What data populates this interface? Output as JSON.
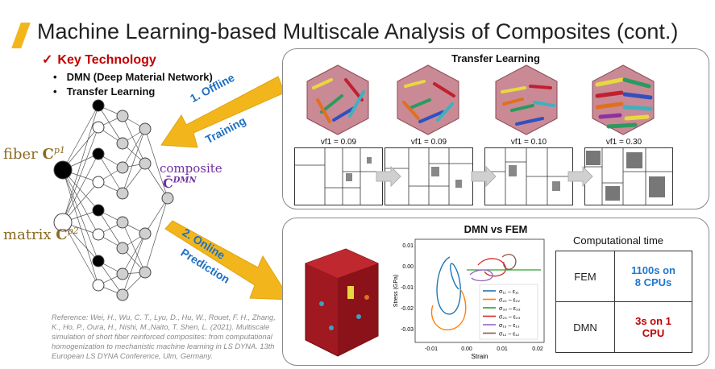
{
  "header": {
    "title": "Machine Learning-based Multiscale Analysis of Composites (cont.)",
    "accent_color": "#f2b61c"
  },
  "key_technology": {
    "heading": "Key Technology",
    "check_icon": "checkmark-icon",
    "items": [
      "DMN (Deep Material Network)",
      "Transfer Learning"
    ]
  },
  "network": {
    "fiber_label": "fiber",
    "fiber_symbol": "C",
    "fiber_superscript": "p1",
    "matrix_label": "matrix",
    "matrix_symbol": "C",
    "matrix_superscript": "p2",
    "composite_label": "composite",
    "composite_symbol": "C̄",
    "composite_superscript": "DMN",
    "fiber_color": "#8a6a1e",
    "composite_color": "#7030a0"
  },
  "arrows": {
    "offline_line1": "1. Offline",
    "offline_line2": "Training",
    "online_line1": "2. Online",
    "online_line2": "Prediction",
    "arrow_color": "#f2b61c",
    "text_color": "#1f6fc2"
  },
  "transfer_learning": {
    "title": "Transfer Learning",
    "stages": [
      {
        "vf_label": "vf1 = 0.09"
      },
      {
        "vf_label": "vf1 = 0.09"
      },
      {
        "vf_label": "vf1 = 0.10"
      },
      {
        "vf_label": "vf1 = 0.30"
      }
    ]
  },
  "dmn_vs_fem": {
    "title": "DMN vs FEM",
    "plot": {
      "ylabel": "Stress (GPa)",
      "xlabel": "Strain",
      "yticks": [
        "0.01",
        "0.00",
        "-0.01",
        "-0.02",
        "-0.03"
      ],
      "xticks": [
        "-0.01",
        "0.00",
        "0.01",
        "0.02"
      ],
      "legend": [
        {
          "label": "σ₁₁ – ε₁₁",
          "color": "#1f77b4"
        },
        {
          "label": "σ₂₂ – ε₂₂",
          "color": "#ff7f0e"
        },
        {
          "label": "σ₃₃ – ε₃₃",
          "color": "#2ca02c"
        },
        {
          "label": "σ₂₃ – ε₂₃",
          "color": "#d62728"
        },
        {
          "label": "σ₁₃ – ε₁₃",
          "color": "#9467bd"
        },
        {
          "label": "σ₁₂ – ε₁₂",
          "color": "#8c564b"
        }
      ]
    },
    "computational_time": {
      "title": "Computational time",
      "rows": [
        {
          "method": "FEM",
          "value_line1": "1100s on",
          "value_line2": "8 CPUs",
          "color": "#1f77d0"
        },
        {
          "method": "DMN",
          "value_line1": "3s on 1",
          "value_line2": "CPU",
          "color": "#c00000"
        }
      ]
    }
  },
  "reference": "Reference: Wei, H., Wu, C. T., Lyu, D., Hu, W., Rouet, F. H., Zhang, K., Ho, P., Oura, H., Nishi, M.,Naito, T. Shen, L. (2021). Multiscale simulation of short fiber reinforced composites: from computational homogenization to mechanistic machine learning in LS DYNA. 13th European LS DYNA Conference, Ulm, Germany."
}
